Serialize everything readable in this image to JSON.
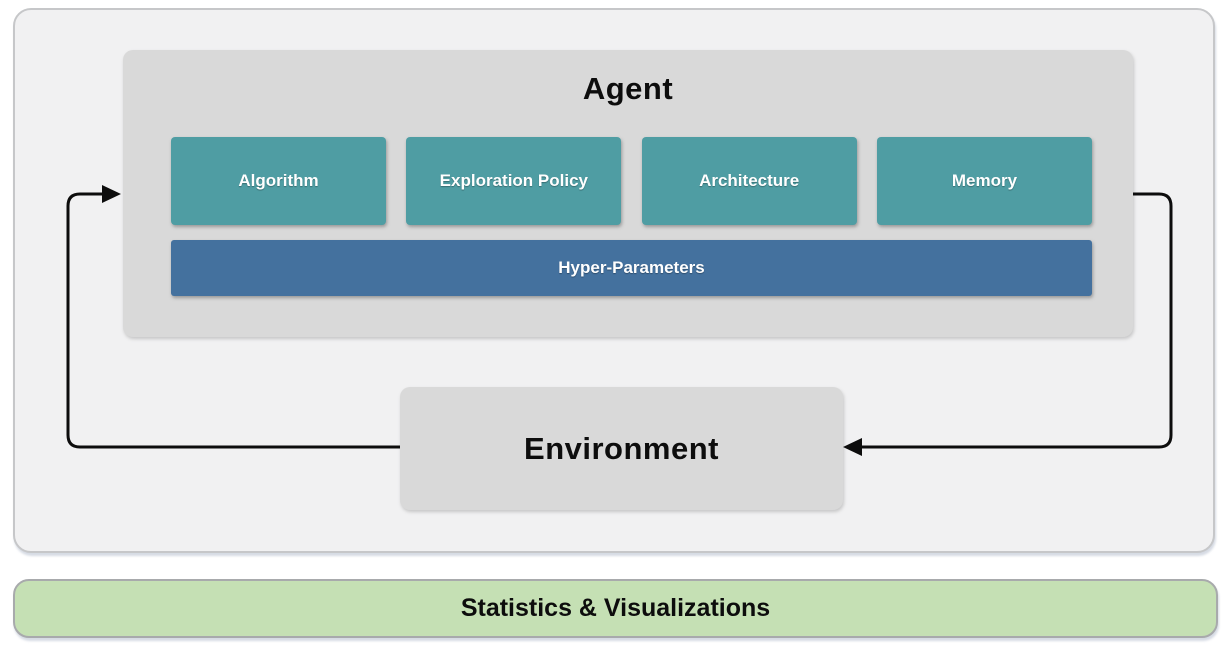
{
  "diagram": {
    "agent": {
      "title": "Agent",
      "components": [
        {
          "label": "Algorithm"
        },
        {
          "label": "Exploration Policy"
        },
        {
          "label": "Architecture"
        },
        {
          "label": "Memory"
        }
      ],
      "hyper_parameters": {
        "label": "Hyper-Parameters"
      }
    },
    "environment": {
      "title": "Environment"
    },
    "footer": {
      "label": "Statistics & Visualizations"
    },
    "colors": {
      "component_box": "#4f9da3",
      "hyper_parameters_bar": "#44719e",
      "panel_fill": "#d9d9d9",
      "outer_panel_fill": "#f1f1f2",
      "footer_fill": "#c5e0b4",
      "arrow": "#0d0d0d"
    }
  }
}
